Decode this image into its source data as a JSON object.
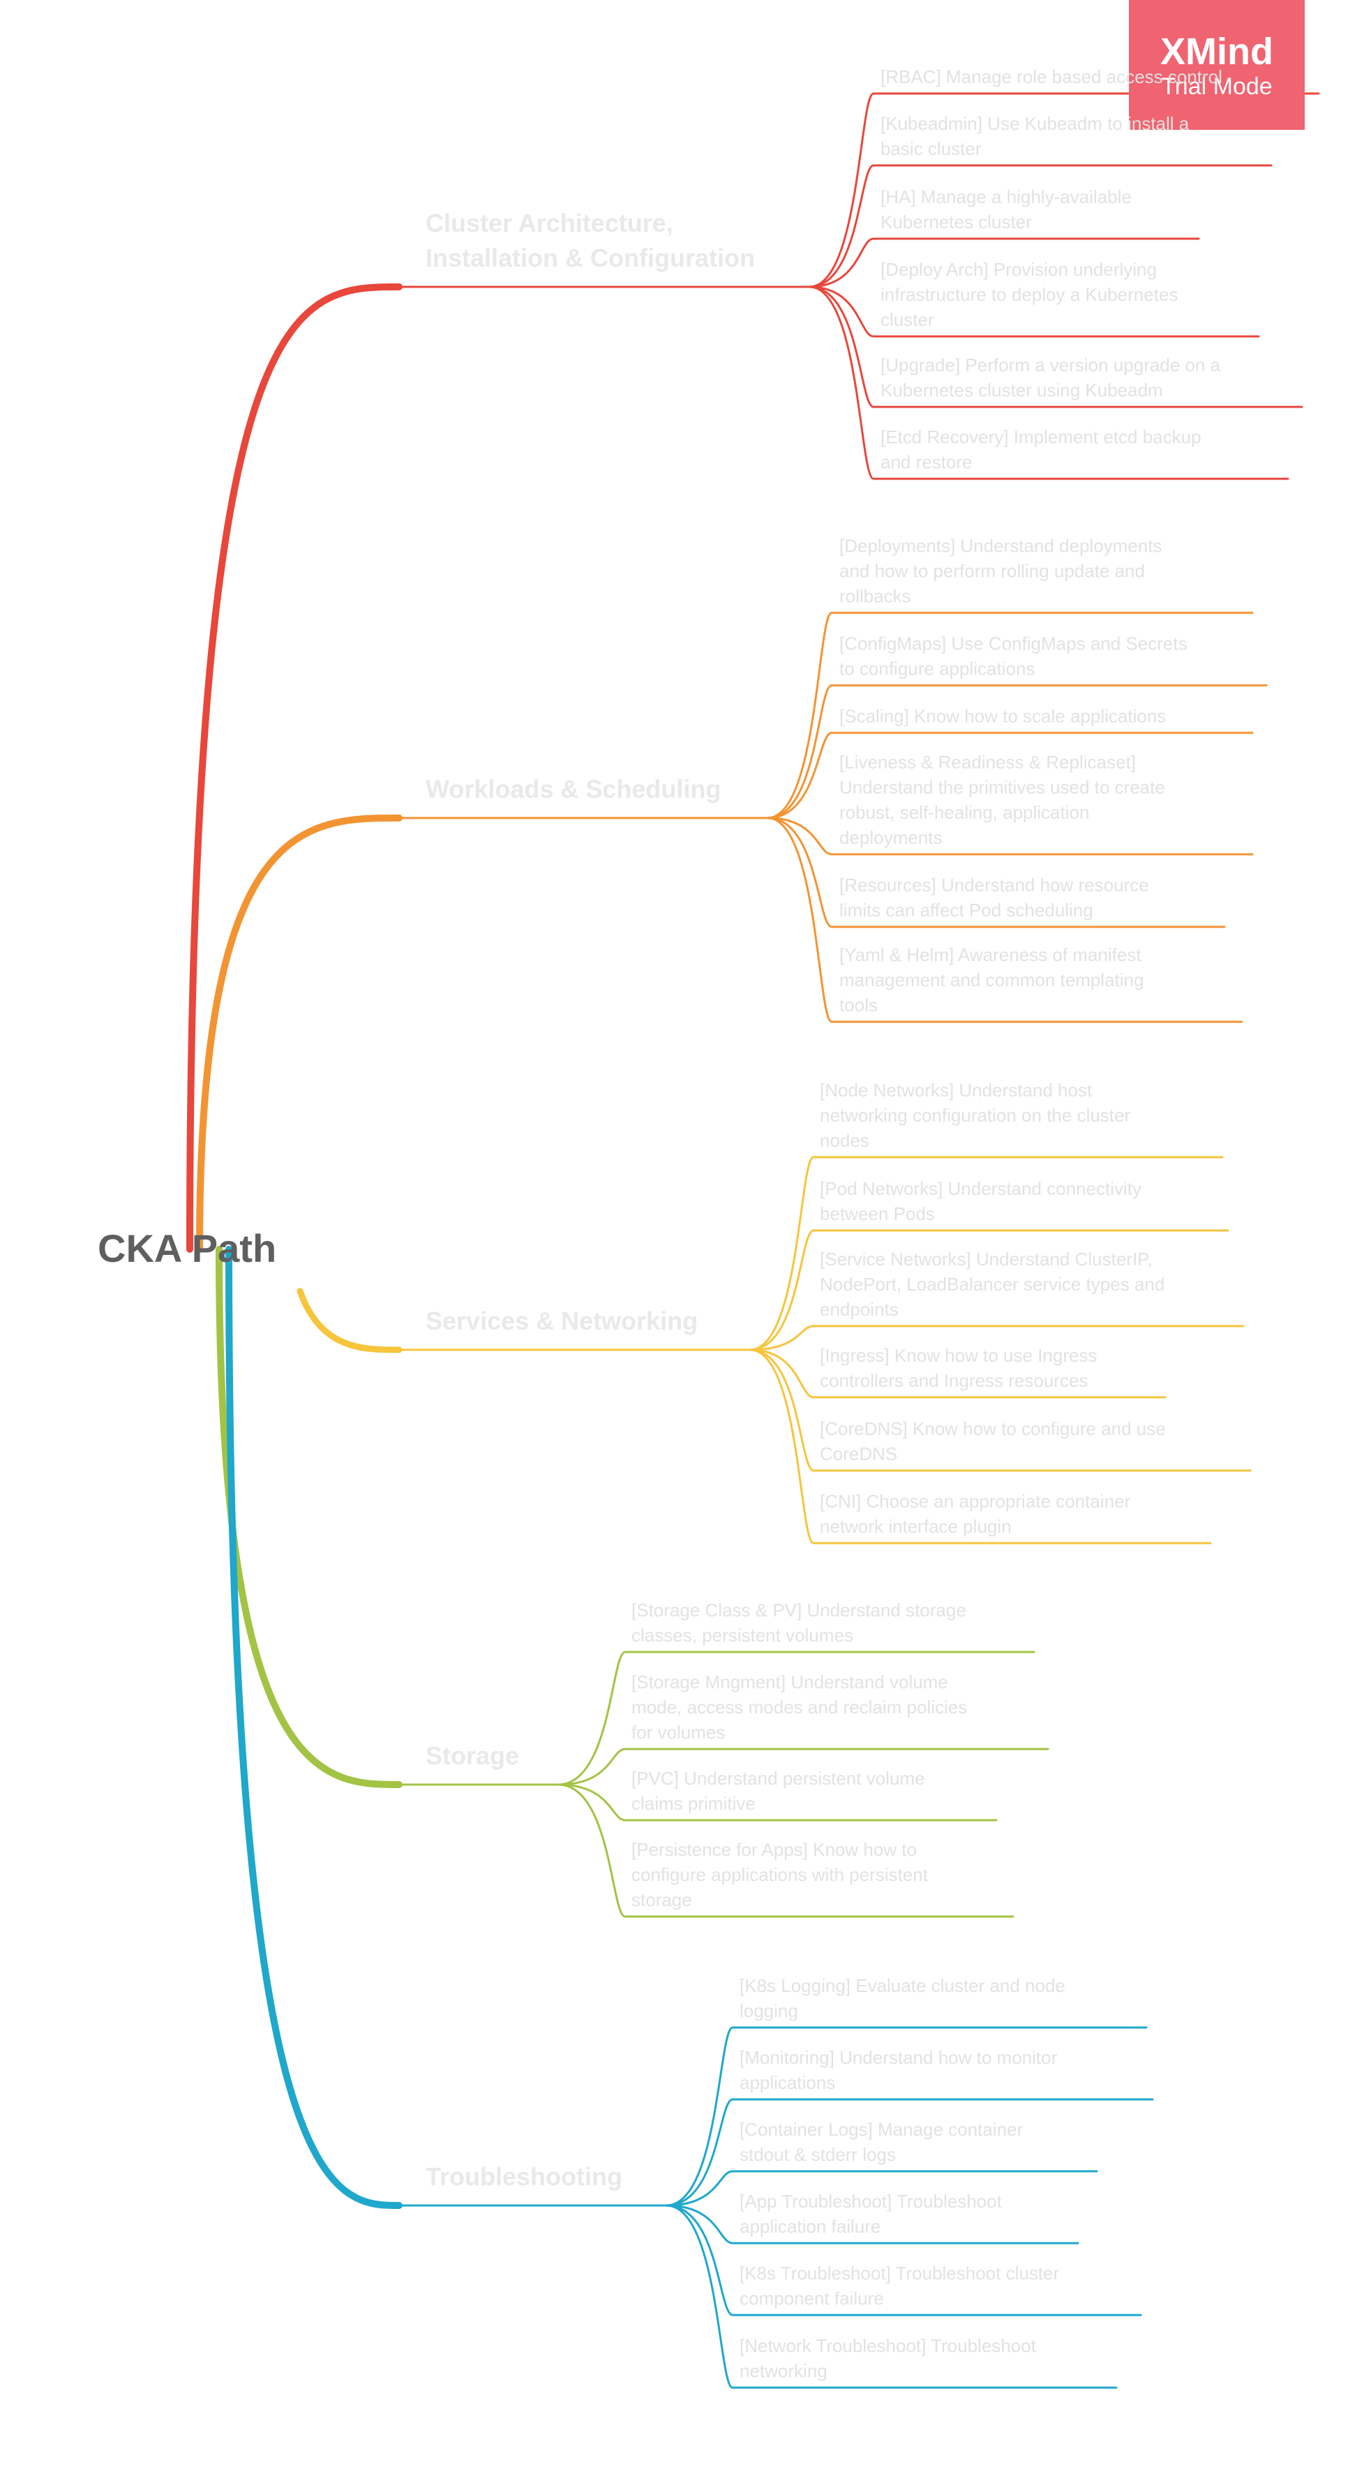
{
  "root": {
    "title": "CKA Path"
  },
  "badge": {
    "brand": "XMind",
    "mode": "Trial Mode"
  },
  "branches": [
    {
      "color": "#e8473c",
      "title_lines": [
        "Cluster Architecture,",
        "Installation & Configuration"
      ],
      "leaves": [
        {
          "lines": [
            "[RBAC] Manage role based access control"
          ]
        },
        {
          "lines": [
            "[Kubeadmin] Use Kubeadm to install a",
            "basic cluster"
          ]
        },
        {
          "lines": [
            "[HA] Manage a highly-available",
            "Kubernetes cluster"
          ]
        },
        {
          "lines": [
            "[Deploy Arch] Provision underlying",
            "infrastructure to deploy a Kubernetes",
            "cluster"
          ]
        },
        {
          "lines": [
            "[Upgrade] Perform a version upgrade on a",
            "Kubernetes cluster using Kubeadm"
          ]
        },
        {
          "lines": [
            "[Etcd Recovery] Implement etcd backup",
            "and restore"
          ]
        }
      ]
    },
    {
      "color": "#f39433",
      "title_lines": [
        "Workloads & Scheduling"
      ],
      "leaves": [
        {
          "lines": [
            "[Deployments] Understand deployments",
            "and how to perform rolling update and",
            "rollbacks"
          ]
        },
        {
          "lines": [
            "[ConfigMaps] Use ConfigMaps and Secrets",
            "to configure applications"
          ]
        },
        {
          "lines": [
            "[Scaling] Know how to scale applications"
          ]
        },
        {
          "lines": [
            "[Liveness & Readiness & Replicaset]",
            "Understand the primitives used to create",
            "robust, self-healing, application",
            "deployments"
          ]
        },
        {
          "lines": [
            "[Resources] Understand how resource",
            "limits can affect Pod scheduling"
          ]
        },
        {
          "lines": [
            "[Yaml & Helm] Awareness of manifest",
            "management and common templating",
            "tools"
          ]
        }
      ]
    },
    {
      "color": "#f6c53c",
      "title_lines": [
        "Services & Networking"
      ],
      "leaves": [
        {
          "lines": [
            "[Node Networks] Understand host",
            "networking configuration on the cluster",
            "nodes"
          ]
        },
        {
          "lines": [
            "[Pod Networks] Understand connectivity",
            "between Pods"
          ]
        },
        {
          "lines": [
            "[Service Networks] Understand ClusterIP,",
            "NodePort, LoadBalancer service types and",
            "endpoints"
          ]
        },
        {
          "lines": [
            "[Ingress] Know how to use Ingress",
            "controllers and Ingress resources"
          ]
        },
        {
          "lines": [
            "[CoreDNS] Know how to configure and use",
            "CoreDNS"
          ]
        },
        {
          "lines": [
            "[CNI] Choose an appropriate container",
            "network interface plugin"
          ]
        }
      ]
    },
    {
      "color": "#a3c344",
      "title_lines": [
        "Storage"
      ],
      "leaves": [
        {
          "lines": [
            "[Storage Class & PV] Understand storage",
            "classes, persistent volumes"
          ]
        },
        {
          "lines": [
            "[Storage Mngment] Understand volume",
            "mode, access modes and reclaim policies",
            "for volumes"
          ]
        },
        {
          "lines": [
            "[PVC] Understand persistent volume",
            "claims primitive"
          ]
        },
        {
          "lines": [
            "[Persistence for Apps] Know how to",
            "configure applications with persistent",
            "storage"
          ]
        }
      ]
    },
    {
      "color": "#1fa7cc",
      "title_lines": [
        "Troubleshooting"
      ],
      "leaves": [
        {
          "lines": [
            "[K8s Logging] Evaluate cluster and node",
            "logging"
          ]
        },
        {
          "lines": [
            "[Monitoring] Understand how to monitor",
            "applications"
          ]
        },
        {
          "lines": [
            "[Container Logs] Manage container",
            "stdout & stderr logs"
          ]
        },
        {
          "lines": [
            "[App Troubleshoot] Troubleshoot",
            "application failure"
          ]
        },
        {
          "lines": [
            "[K8s Troubleshoot] Troubleshoot cluster",
            "component failure"
          ]
        },
        {
          "lines": [
            "[Network Troubleshoot] Troubleshoot",
            "networking"
          ]
        }
      ]
    }
  ]
}
